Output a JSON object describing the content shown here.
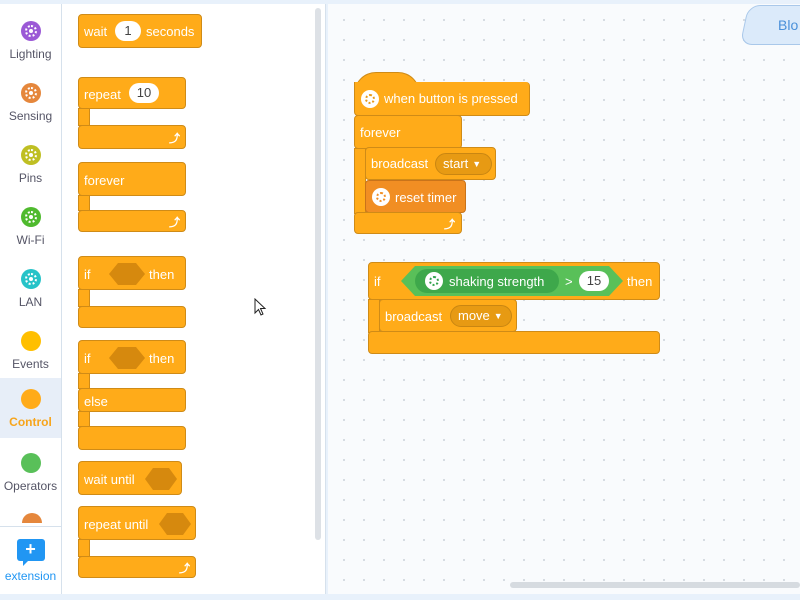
{
  "categories": [
    {
      "label": "Lighting",
      "color": "#9b59d6"
    },
    {
      "label": "Sensing",
      "color": "#e5873c"
    },
    {
      "label": "Pins",
      "color": "#bfbf23"
    },
    {
      "label": "Wi-Fi",
      "color": "#4fba2e"
    },
    {
      "label": "LAN",
      "color": "#27c3c8"
    },
    {
      "label": "Events",
      "color": "#ffbf00"
    },
    {
      "label": "Control",
      "color": "#ffab19"
    },
    {
      "label": "Operators",
      "color": "#59c059"
    }
  ],
  "active_category": "Control",
  "extension_label": "extension",
  "tab_label": "Blo",
  "palette": {
    "wait": {
      "pre": "wait",
      "value": "1",
      "post": "seconds"
    },
    "repeat": {
      "label": "repeat",
      "value": "10"
    },
    "forever": {
      "label": "forever"
    },
    "if_then": {
      "if": "if",
      "then": "then"
    },
    "if_else": {
      "if": "if",
      "then": "then",
      "else": "else"
    },
    "wait_until": {
      "label": "wait until"
    },
    "repeat_until": {
      "label": "repeat until"
    }
  },
  "script1": {
    "hat": "when button is pressed",
    "forever": "forever",
    "broadcast": "broadcast",
    "broadcast_value": "start",
    "reset": "reset timer"
  },
  "script2": {
    "if": "if",
    "sensor": "shaking strength",
    "op": ">",
    "value": "15",
    "then": "then",
    "broadcast": "broadcast",
    "broadcast_value": "move"
  }
}
